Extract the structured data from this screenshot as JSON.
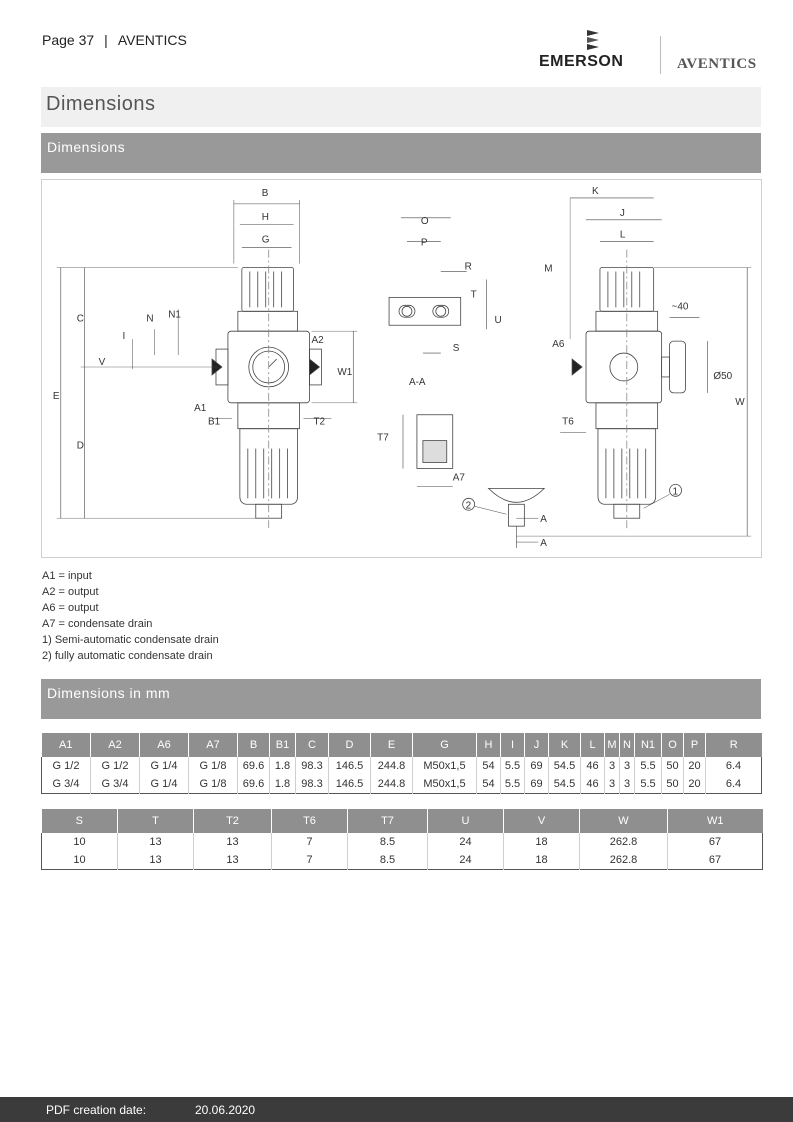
{
  "header": {
    "page_label": "Page 37",
    "separator": "|",
    "brand": "AVENTICS",
    "logo_emerson": "EMERSON",
    "logo_aventics": "AVENTICS"
  },
  "section_title": "Dimensions",
  "drawing_bar": "Dimensions",
  "drawing": {
    "labels": {
      "B": "B",
      "H": "H",
      "G": "G",
      "C": "C",
      "E": "E",
      "D": "D",
      "N": "N",
      "N1": "N1",
      "I": "I",
      "V": "V",
      "A1": "A1",
      "A2": "A2",
      "W1": "W1",
      "B1": "B1",
      "T2": "T2",
      "O": "O",
      "P": "P",
      "R": "R",
      "T": "T",
      "U": "U",
      "S": "S",
      "AA": "A-A",
      "T7": "T7",
      "A7": "A7",
      "K": "K",
      "J": "J",
      "L": "L",
      "M": "M",
      "approx40": "~40",
      "A6": "A6",
      "O50": "Ø50",
      "W": "W",
      "T6": "T6",
      "ref1": "1",
      "ref2": "2",
      "A": "A"
    }
  },
  "legend": [
    "A1 = input",
    "A2 = output",
    "A6 = output",
    "A7 = condensate drain",
    "1) Semi-automatic condensate drain",
    "2) fully automatic condensate drain"
  ],
  "table_bar": "Dimensions in mm",
  "table1": {
    "headers": [
      "A1",
      "A2",
      "A6",
      "A7",
      "B",
      "B1",
      "C",
      "D",
      "E",
      "G",
      "H",
      "I",
      "J",
      "K",
      "L",
      "M",
      "N",
      "N1",
      "O",
      "P",
      "R"
    ],
    "rows": [
      [
        "G 1/2",
        "G 1/2",
        "G 1/4",
        "G 1/8",
        "69.6",
        "1.8",
        "98.3",
        "146.5",
        "244.8",
        "M50x1,5",
        "54",
        "5.5",
        "69",
        "54.5",
        "46",
        "3",
        "3",
        "5.5",
        "50",
        "20",
        "6.4"
      ],
      [
        "G 3/4",
        "G 3/4",
        "G 1/4",
        "G 1/8",
        "69.6",
        "1.8",
        "98.3",
        "146.5",
        "244.8",
        "M50x1,5",
        "54",
        "5.5",
        "69",
        "54.5",
        "46",
        "3",
        "3",
        "5.5",
        "50",
        "20",
        "6.4"
      ]
    ]
  },
  "table2": {
    "headers": [
      "S",
      "T",
      "T2",
      "T6",
      "T7",
      "U",
      "V",
      "W",
      "W1"
    ],
    "rows": [
      [
        "10",
        "13",
        "13",
        "7",
        "8.5",
        "24",
        "18",
        "262.8",
        "67"
      ],
      [
        "10",
        "13",
        "13",
        "7",
        "8.5",
        "24",
        "18",
        "262.8",
        "67"
      ]
    ]
  },
  "footer": {
    "label": "PDF creation date:",
    "date": "20.06.2020"
  }
}
